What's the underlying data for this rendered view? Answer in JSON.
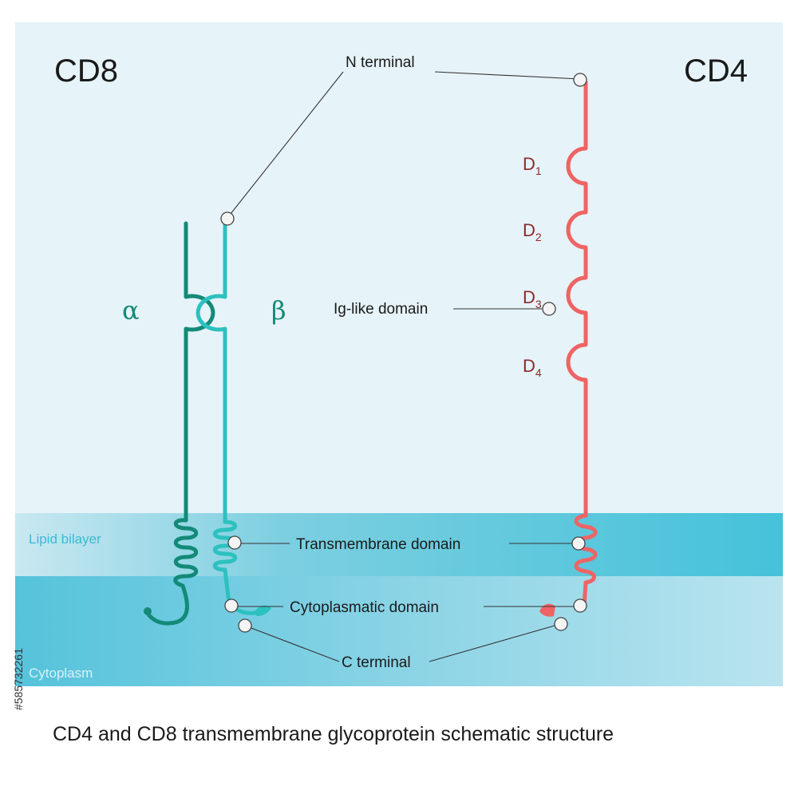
{
  "titles": {
    "cd8": "CD8",
    "cd4": "CD4"
  },
  "chains": {
    "alpha": "α",
    "beta": "β"
  },
  "domains": [
    {
      "letter": "D",
      "sub": "1"
    },
    {
      "letter": "D",
      "sub": "2"
    },
    {
      "letter": "D",
      "sub": "3"
    },
    {
      "letter": "D",
      "sub": "4"
    }
  ],
  "regions": {
    "lipid_bilayer": "Lipid bilayer",
    "cytoplasm": "Cytoplasm"
  },
  "callouts": {
    "n_terminal": "N terminal",
    "ig_like": "Ig-like domain",
    "transmembrane": "Transmembrane domain",
    "cytoplasmatic": "Cytoplasmatic domain",
    "c_terminal": "C terminal"
  },
  "caption": "CD4 and CD8 transmembrane glycoprotein schematic structure",
  "stock_id": "#585732261",
  "colors": {
    "background_panel": "#e6f3f8",
    "lipid_bilayer": "#6cc9dc",
    "cytoplasm": "#8fd3e4",
    "cd8_alpha": "#138a78",
    "cd8_beta": "#2cc1be",
    "cd4": "#ee6464"
  }
}
